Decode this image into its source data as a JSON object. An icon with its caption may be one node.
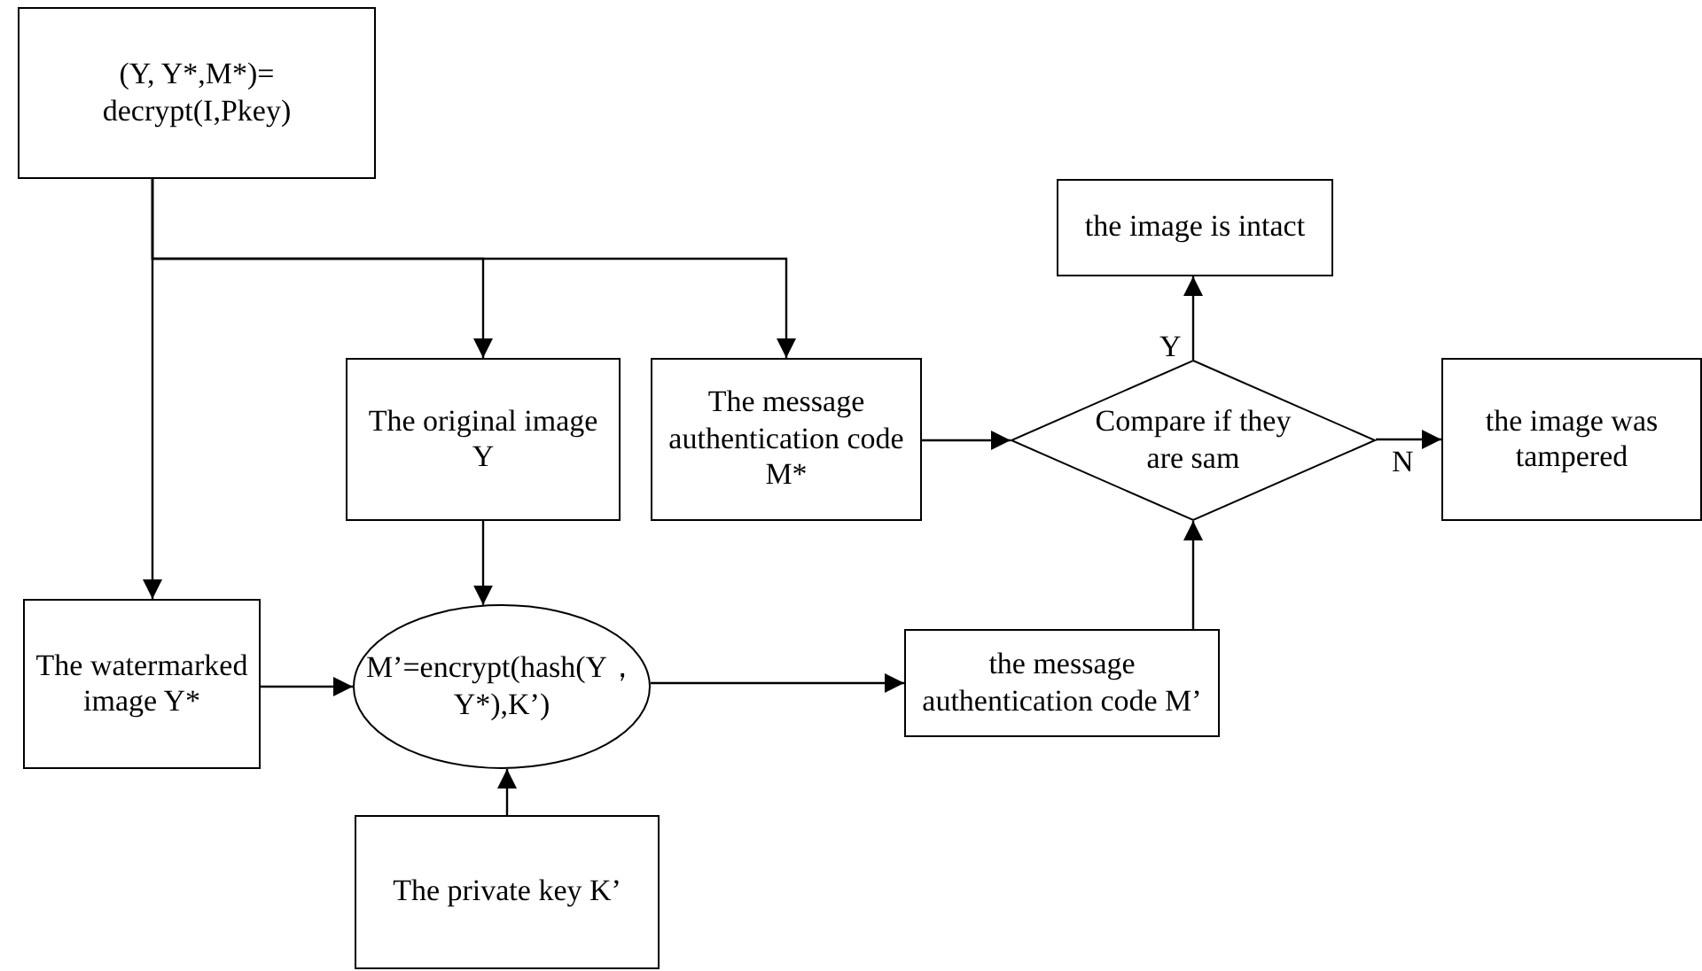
{
  "diagram": {
    "nodes": [
      {
        "text": [
          "(Y, Y*,M*)= decrypt(I,Pkey)"
        ]
      },
      {
        "text": [
          "The original image Y"
        ]
      },
      {
        "text": [
          "The message authentication code M*"
        ]
      },
      {
        "text": [
          "Compare if they are sam"
        ]
      },
      {
        "text": [
          "the image is intact"
        ]
      },
      {
        "text": [
          "the image was tampered"
        ]
      },
      {
        "text": [
          "The watermarked image Y*"
        ]
      },
      {
        "text": [
          "M’=encrypt(hash(Y，Y*),K’)"
        ]
      },
      {
        "text": [
          "the message authentication code M’"
        ]
      },
      {
        "text": [
          "The private key K’"
        ]
      }
    ],
    "edges": [
      {
        "from": 0,
        "to": 6,
        "arrow": "to"
      },
      {
        "from": 0,
        "to": 1,
        "arrow": "to"
      },
      {
        "from": 0,
        "to": 2,
        "arrow": "to"
      },
      {
        "from": 1,
        "to": 7,
        "arrow": "to"
      },
      {
        "from": 6,
        "to": 7,
        "arrow": "to"
      },
      {
        "from": 9,
        "to": 7,
        "arrow": "to"
      },
      {
        "from": 7,
        "to": 8,
        "arrow": "to"
      },
      {
        "from": 2,
        "to": 3,
        "arrow": "to"
      },
      {
        "from": 8,
        "to": 3,
        "arrow": "to"
      },
      {
        "from": 3,
        "to": 4,
        "arrow": "to",
        "label": "Y"
      },
      {
        "from": 3,
        "to": 5,
        "arrow": "to",
        "label": "N"
      }
    ]
  }
}
